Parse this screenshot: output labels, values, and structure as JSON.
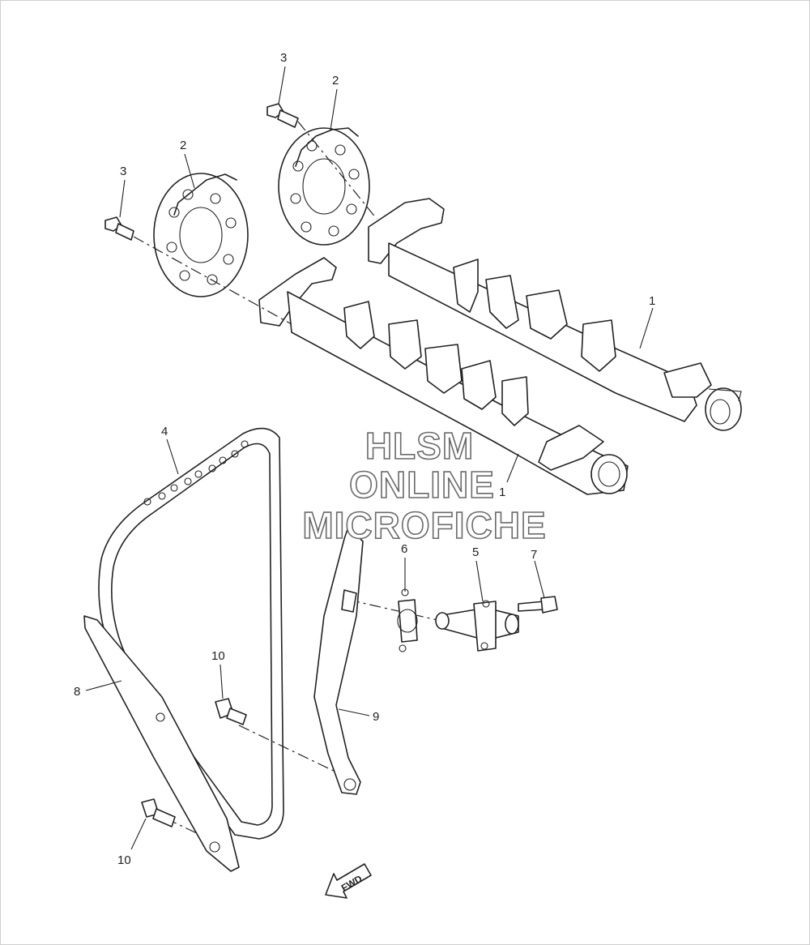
{
  "diagram": {
    "callouts": [
      {
        "id": "label-3-rear",
        "text": "3"
      },
      {
        "id": "label-2-rear",
        "text": "2"
      },
      {
        "id": "label-2-front",
        "text": "2"
      },
      {
        "id": "label-3-front",
        "text": "3"
      },
      {
        "id": "label-1-rear",
        "text": "1"
      },
      {
        "id": "label-1-front",
        "text": "1"
      },
      {
        "id": "label-4",
        "text": "4"
      },
      {
        "id": "label-6",
        "text": "6"
      },
      {
        "id": "label-5",
        "text": "5"
      },
      {
        "id": "label-7",
        "text": "7"
      },
      {
        "id": "label-10-upper",
        "text": "10"
      },
      {
        "id": "label-8",
        "text": "8"
      },
      {
        "id": "label-9",
        "text": "9"
      },
      {
        "id": "label-10-lower",
        "text": "10"
      }
    ],
    "watermark": {
      "line1": "HLSM",
      "line2": "ONLINE",
      "line3": "MICROFICHE"
    },
    "direction_arrow": {
      "text": "FWD"
    }
  }
}
